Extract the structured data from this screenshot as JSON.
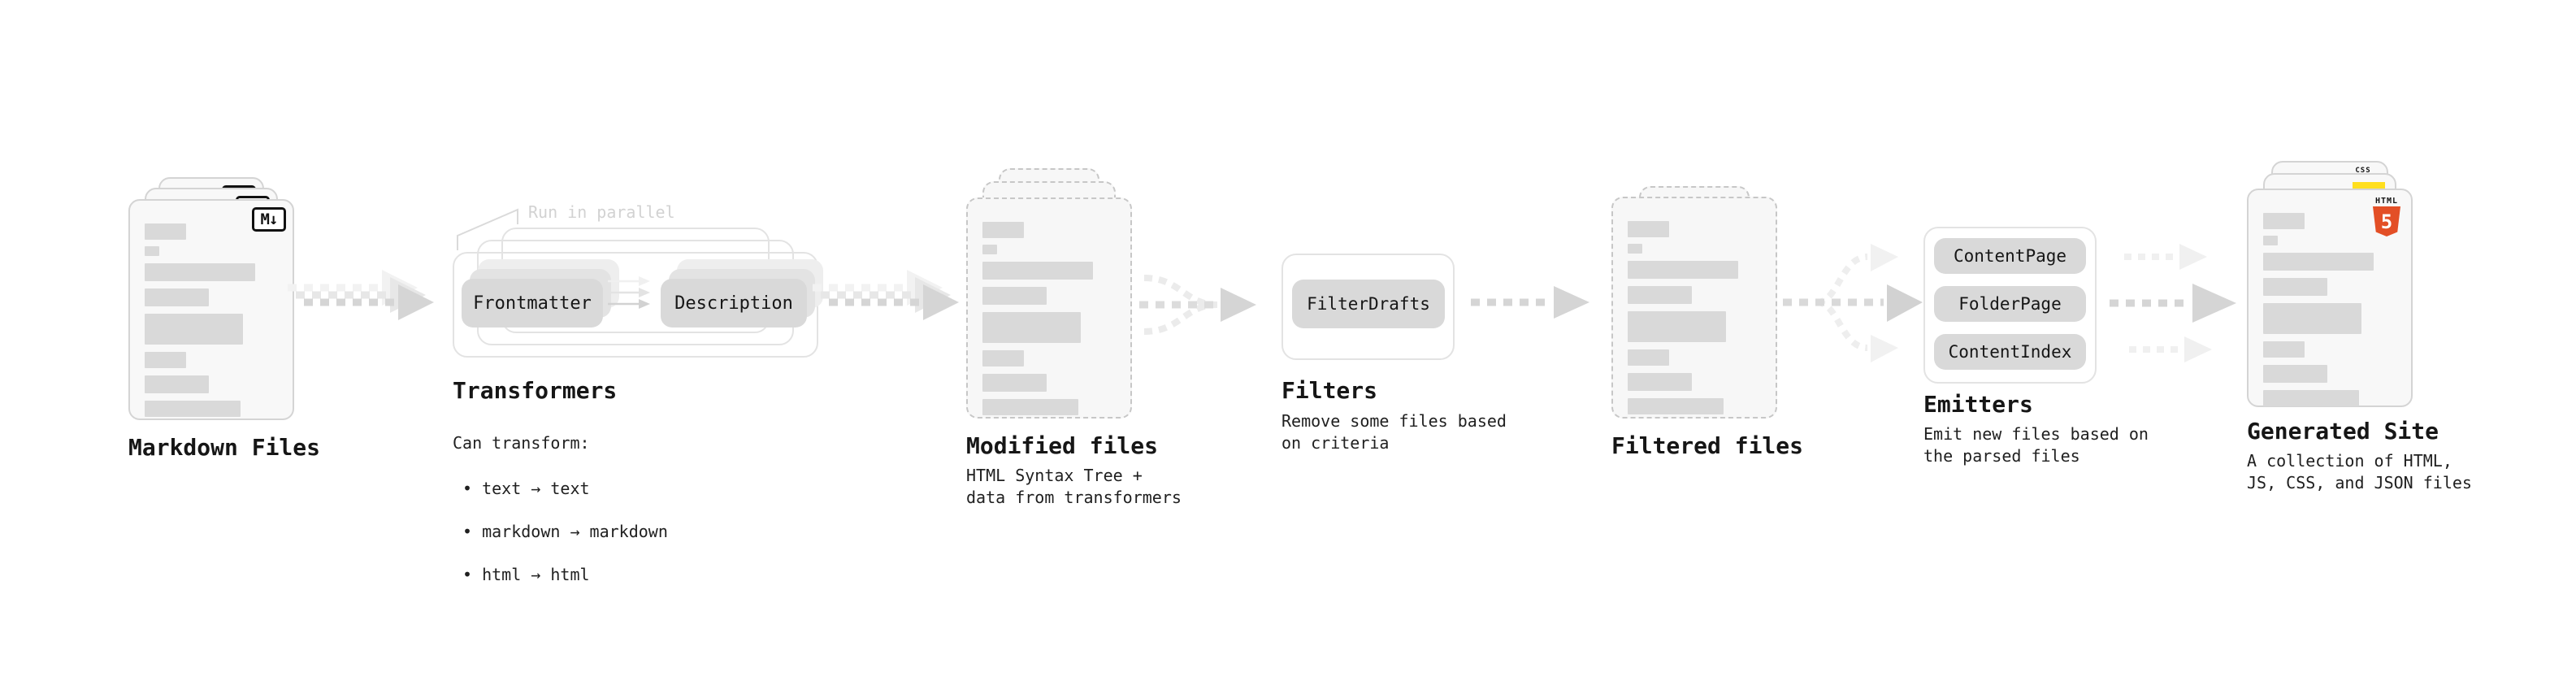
{
  "markdown_files": {
    "label": "Markdown Files",
    "badge": "M↓"
  },
  "transformers": {
    "label": "Transformers",
    "annotation": "Run in parallel",
    "buttons": [
      "Frontmatter",
      "Description"
    ],
    "desc_title": "Can transform:",
    "bullets": [
      "text → text",
      "markdown → markdown",
      "html → html"
    ]
  },
  "modified_files": {
    "label": "Modified files",
    "description": "HTML Syntax Tree +\ndata from transformers"
  },
  "filters": {
    "label": "Filters",
    "buttons": [
      "FilterDrafts"
    ],
    "description": "Remove some files based\non criteria"
  },
  "filtered_files": {
    "label": "Filtered files"
  },
  "emitters": {
    "label": "Emitters",
    "buttons": [
      "ContentPage",
      "FolderPage",
      "ContentIndex"
    ],
    "description": "Emit new files based on\nthe parsed files"
  },
  "generated_site": {
    "label": "Generated Site",
    "description": "A collection of HTML,\nJS, CSS, and JSON files",
    "badges": {
      "css": "CSS",
      "html": "HTML",
      "html5_number": "5"
    }
  },
  "colors": {
    "html5_orange": "#e34f26",
    "js_yellow": "#ffdf1e",
    "css_blue": "#2965f1"
  }
}
